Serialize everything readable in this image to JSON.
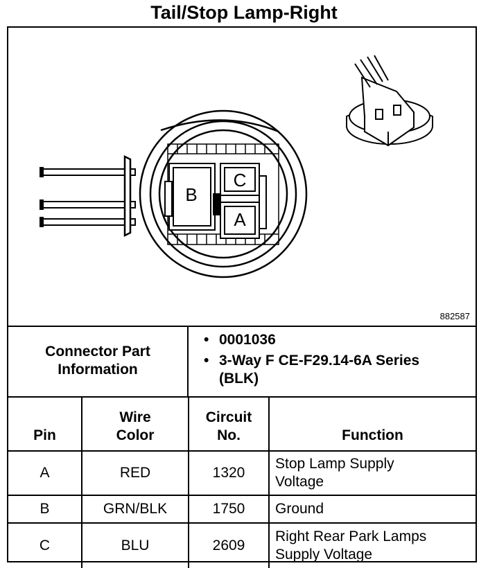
{
  "title": "Tail/Stop Lamp-Right",
  "figure_id": "882587",
  "diagram": {
    "cavity_labels": [
      "A",
      "B",
      "C"
    ]
  },
  "connector": {
    "label": "Connector Part Information",
    "parts": [
      "0001036",
      "3-Way F CE-F29.14-6A Series (BLK)"
    ]
  },
  "table": {
    "headers": [
      "Pin",
      "Wire Color",
      "Circuit No.",
      "Function"
    ],
    "rows": [
      {
        "pin": "A",
        "color": "RED",
        "circuit": "1320",
        "function": "Stop Lamp Supply Voltage"
      },
      {
        "pin": "B",
        "color": "GRN/BLK",
        "circuit": "1750",
        "function": "Ground"
      },
      {
        "pin": "C",
        "color": "BLU",
        "circuit": "2609",
        "function": "Right Rear Park Lamps Supply Voltage"
      }
    ]
  }
}
